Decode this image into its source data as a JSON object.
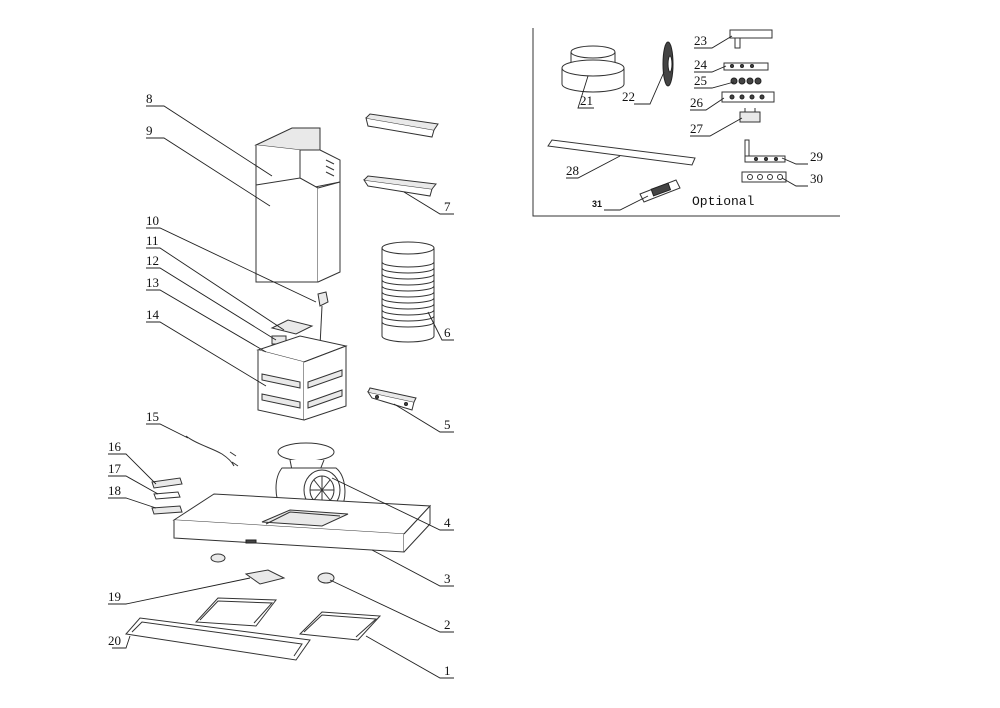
{
  "diagram": {
    "labels": {
      "p1": "1",
      "p2": "2",
      "p3": "3",
      "p4": "4",
      "p5": "5",
      "p6": "6",
      "p7": "7",
      "p8": "8",
      "p9": "9",
      "p10": "10",
      "p11": "11",
      "p12": "12",
      "p13": "13",
      "p14": "14",
      "p15": "15",
      "p16": "16",
      "p17": "17",
      "p18": "18",
      "p19": "19",
      "p20": "20",
      "p21": "21",
      "p22": "22",
      "p23": "23",
      "p24": "24",
      "p25": "25",
      "p26": "26",
      "p27": "27",
      "p28": "28",
      "p29": "29",
      "p30": "30",
      "p31": "31"
    },
    "optional_caption": "Optional"
  }
}
